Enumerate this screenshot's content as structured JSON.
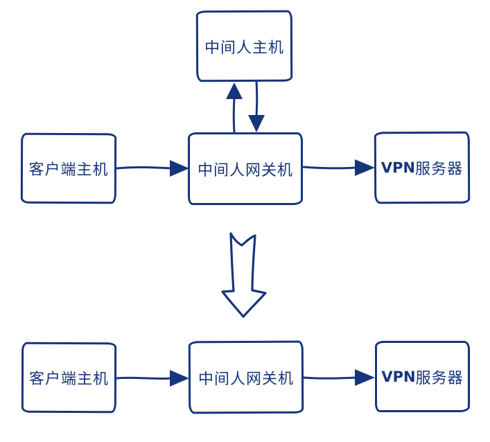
{
  "colors": {
    "ink": "#17357B",
    "background": "#FFFFFF"
  },
  "diagram": {
    "type": "network-topology-before-after",
    "nodes": {
      "mitm_host": "中间人主机",
      "client_top": "客户端主机",
      "gateway_top": "中间人网关机",
      "vpn_top_prefix": "VPN",
      "vpn_top_suffix": "服务器",
      "client_bottom": "客户端主机",
      "gateway_bottom": "中间人网关机",
      "vpn_bottom_prefix": "VPN",
      "vpn_bottom_suffix": "服务器"
    },
    "connectors": {
      "client_to_gateway_top": "right-arrow",
      "gateway_to_vpn_top": "right-arrow",
      "gateway_to_mitm_host": "up-arrow",
      "mitm_host_to_gateway": "down-arrow",
      "scenario_transition": "big-down-arrow",
      "client_to_gateway_bottom": "right-arrow",
      "gateway_to_vpn_bottom": "right-arrow"
    }
  }
}
